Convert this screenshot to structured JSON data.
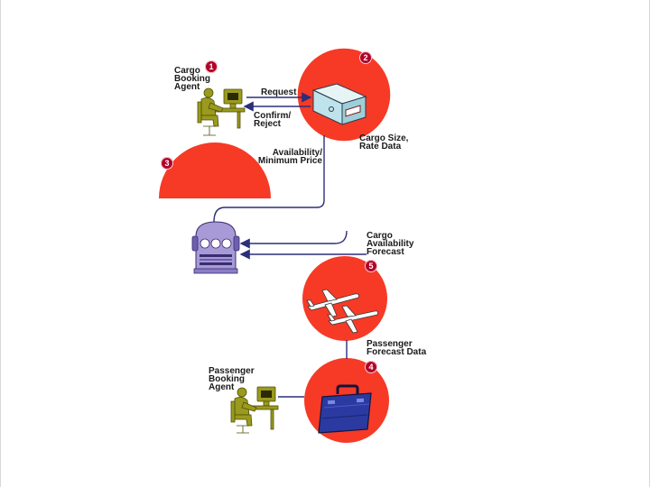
{
  "labels": {
    "cargo_agent": "Cargo\nBooking\nAgent",
    "request": "Request",
    "confirm_reject": "Confirm/\nReject",
    "cargo_size_rate": "Cargo Size,\nRate Data",
    "availability_min_price": "Availability/\nMinimum Price",
    "cargo_availability_forecast": "Cargo\nAvailability\nForecast",
    "passenger_forecast_data": "Passenger\nForecast Data",
    "passenger_agent": "Passenger\nBooking\nAgent"
  },
  "badges": {
    "one": "1",
    "two": "2",
    "three": "3",
    "four": "4",
    "five": "5"
  },
  "colors": {
    "node_red": "#f63a26",
    "agent_olive": "#9a9a1e",
    "line_navy": "#2c2e7a",
    "badge_crimson": "#b0002a",
    "mainframe_lavender": "#a79ad6"
  },
  "icons": {
    "agent": "person-at-computer-icon",
    "database": "data-box-icon",
    "mainframe": "mainframe-computer-icon",
    "airplanes": "airplane-icon",
    "luggage": "suitcase-icon"
  }
}
